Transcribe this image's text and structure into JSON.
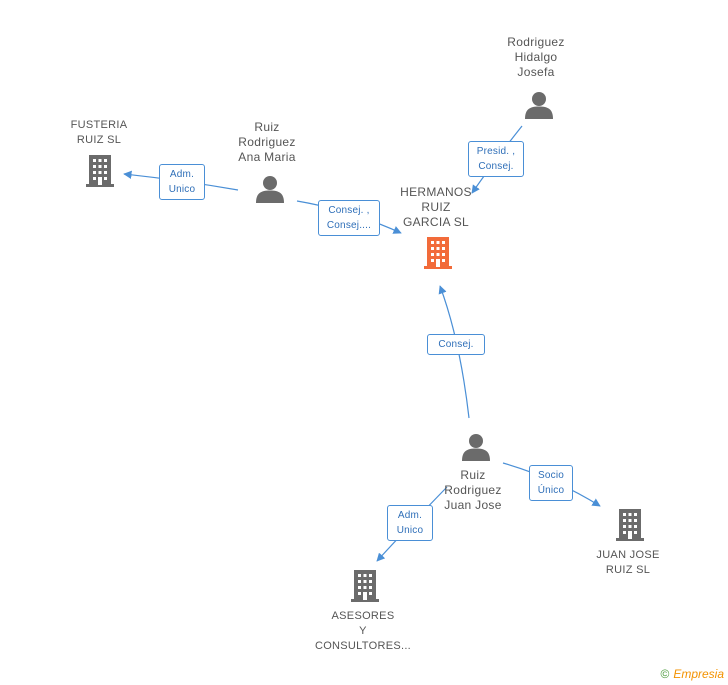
{
  "nodes": {
    "hermanos": {
      "lines": [
        "HERMANOS",
        "RUIZ",
        "GARCIA SL"
      ],
      "type": "company",
      "color": "#f26b3a"
    },
    "fusteria": {
      "lines": [
        "FUSTERIA",
        "RUIZ SL"
      ],
      "type": "company",
      "color": "#6b6b6b"
    },
    "juan_jose_sl": {
      "lines": [
        "JUAN JOSE",
        "RUIZ SL"
      ],
      "type": "company",
      "color": "#6b6b6b"
    },
    "asesores": {
      "lines": [
        "ASESORES",
        "Y",
        "CONSULTORES..."
      ],
      "type": "company",
      "color": "#6b6b6b"
    },
    "ana_maria": {
      "lines": [
        "Ruiz",
        "Rodriguez",
        "Ana Maria"
      ],
      "type": "person",
      "color": "#6b6b6b"
    },
    "josefa": {
      "lines": [
        "Rodriguez",
        "Hidalgo",
        "Josefa"
      ],
      "type": "person",
      "color": "#6b6b6b"
    },
    "juan_jose": {
      "lines": [
        "Ruiz",
        "Rodriguez",
        "Juan Jose"
      ],
      "type": "person",
      "color": "#6b6b6b"
    }
  },
  "edges": {
    "ana_to_fusteria": [
      "Adm.",
      "Unico"
    ],
    "ana_to_hermanos": [
      "Consej. ,",
      "Consej...."
    ],
    "josefa_to_hermanos": [
      "Presid. ,",
      "Consej."
    ],
    "juan_to_hermanos": [
      "Consej."
    ],
    "juan_to_jjsl": [
      "Socio",
      "Único"
    ],
    "juan_to_asesores": [
      "Adm.",
      "Unico"
    ]
  },
  "colors": {
    "edge": "#4a8fd6",
    "accent": "#f26b3a",
    "icon": "#6b6b6b"
  },
  "footer": {
    "copyright": "©",
    "brand": "Empresia"
  }
}
